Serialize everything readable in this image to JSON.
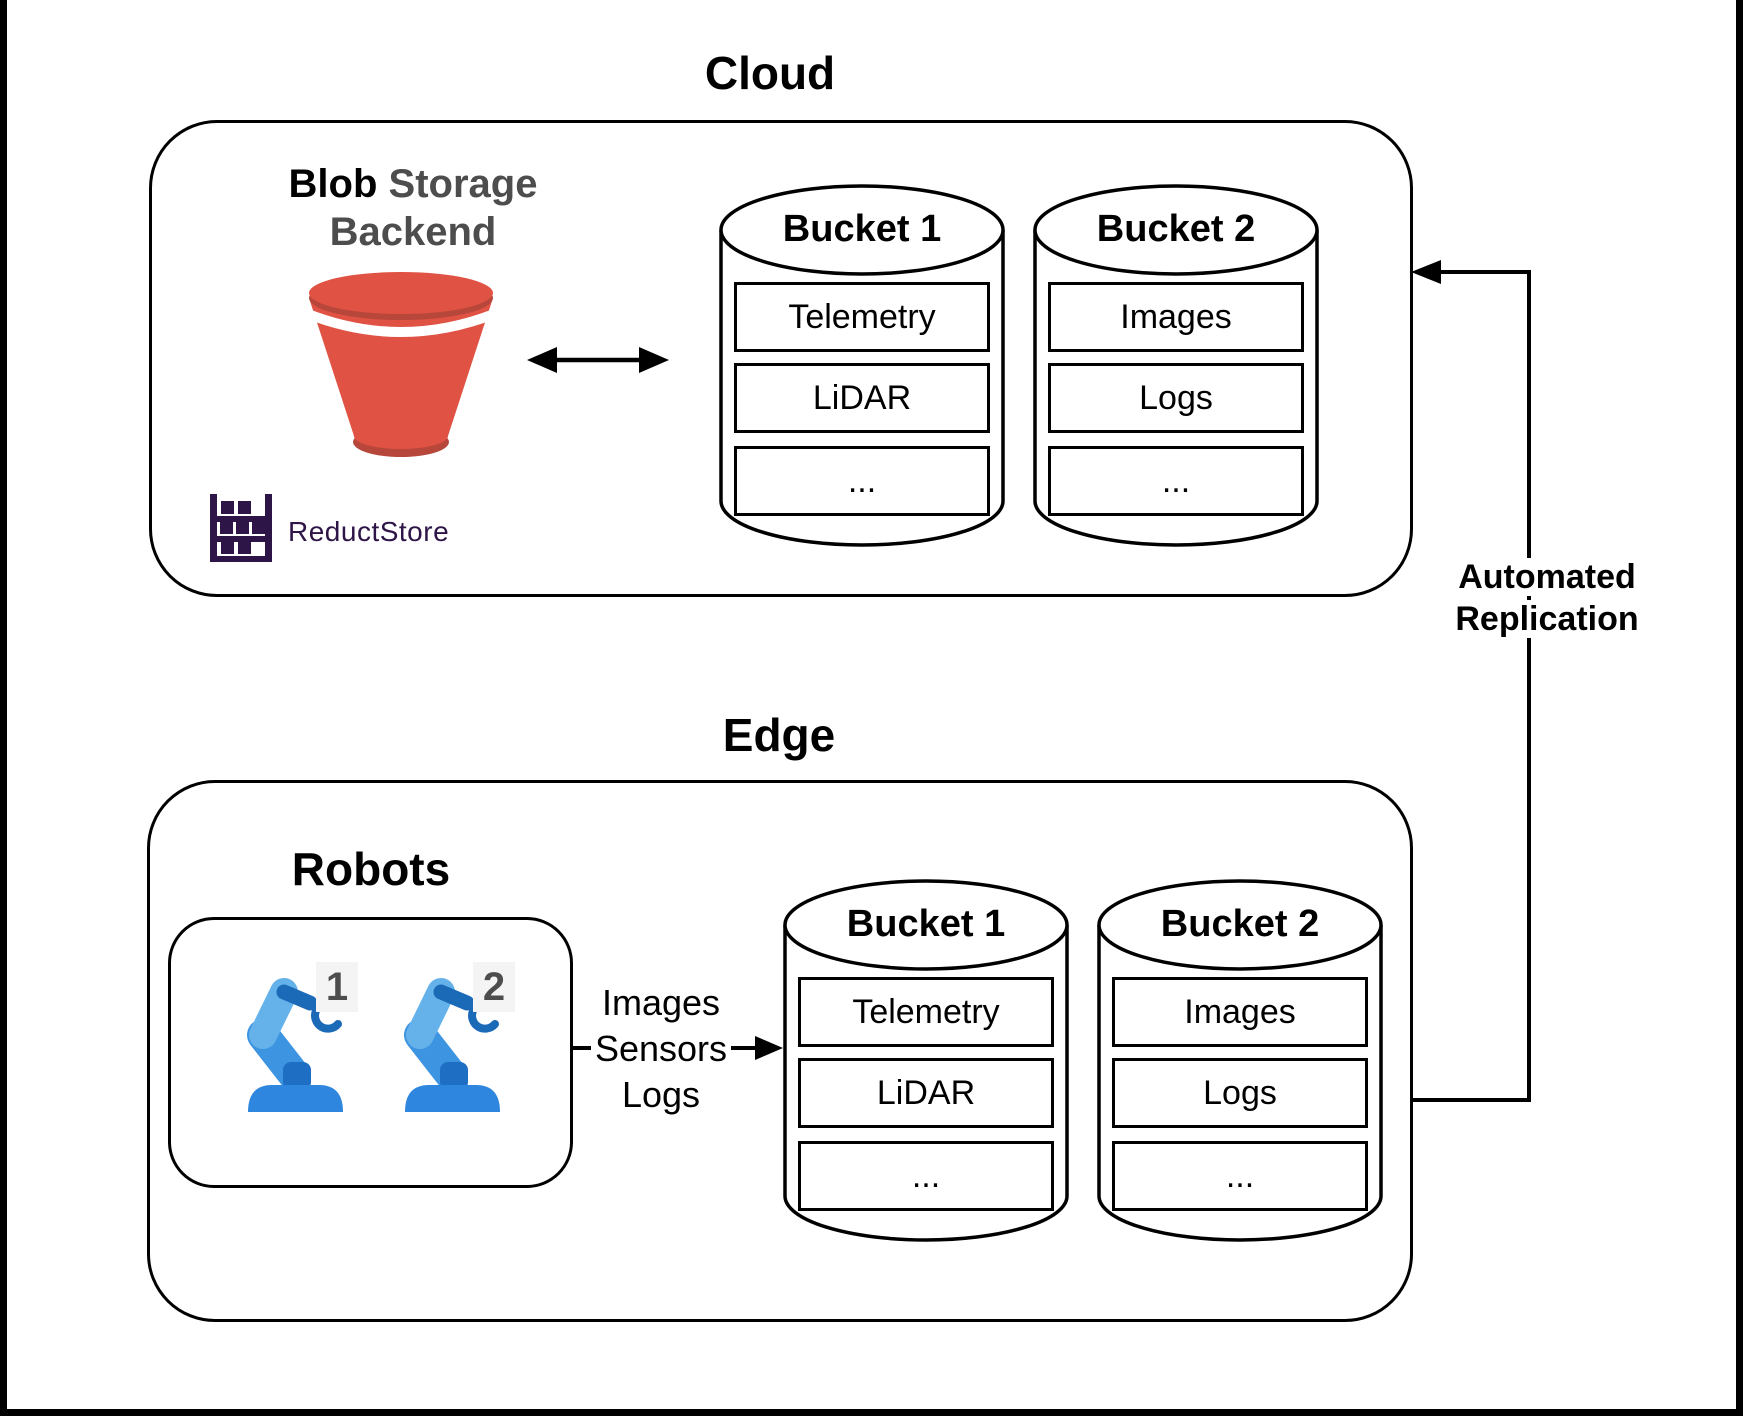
{
  "colors": {
    "background": "#ffffff",
    "line_black": "#000000",
    "gray_text": "#4d4d4d",
    "bucket_red": "#e05243",
    "bucket_red_dark": "#b8473b",
    "logo_purple": "#2e1547",
    "robot_blue": "#2e86de",
    "robot_blue_dark": "#1e6fc4",
    "robot_blue_light": "#65b2ea",
    "robot_number_bg": "#f4f4f4"
  },
  "icons": {
    "blob_storage": "bucket-icon",
    "reductstore": "shelf-rack-icon",
    "robot": "robot-arm-icon",
    "sync": "double-headed-arrow-icon",
    "flow": "right-arrow-icon",
    "replication": "elbow-arrow-icon"
  },
  "cloud": {
    "title": "Cloud",
    "blob_label": {
      "word1": "Blob",
      "word2": "Storage",
      "line2": "Backend"
    },
    "logo_text": "ReductStore",
    "buckets": [
      {
        "title": "Bucket 1",
        "rows": [
          "Telemetry",
          "LiDAR",
          "..."
        ]
      },
      {
        "title": "Bucket 2",
        "rows": [
          "Images",
          "Logs",
          "..."
        ]
      }
    ]
  },
  "edge": {
    "title": "Edge",
    "robots_title": "Robots",
    "robot_numbers": [
      "1",
      "2"
    ],
    "flow_labels": [
      "Images",
      "Sensors",
      "Logs"
    ],
    "buckets": [
      {
        "title": "Bucket 1",
        "rows": [
          "Telemetry",
          "LiDAR",
          "..."
        ]
      },
      {
        "title": "Bucket 2",
        "rows": [
          "Images",
          "Logs",
          "..."
        ]
      }
    ]
  },
  "replication": {
    "line1": "Automated",
    "line2": "Replication"
  }
}
